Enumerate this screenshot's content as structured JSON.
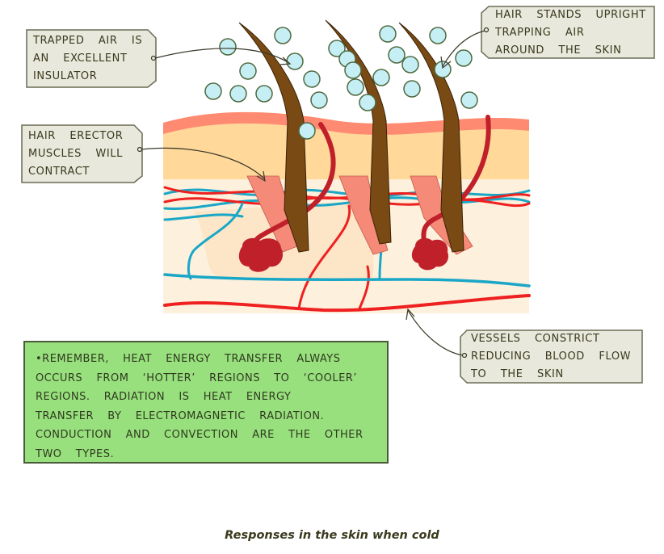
{
  "diagram": {
    "title": "Responses in the skin when cold",
    "colors": {
      "label_fill": "#e8e8dc",
      "label_border": "#6b6b55",
      "note_fill": "#98e07e",
      "note_border": "#4a5a3a",
      "air_bubble": "#c6eef5",
      "air_bubble_border": "#4f6a3f",
      "hair": "#7a4a14",
      "epidermis_top": "#ff8a72",
      "epidermis": "#ffd89a",
      "dermis": "#fdebd0",
      "artery": "#ee2020",
      "vein": "#1aa7c7",
      "capillary_dark": "#c0202a",
      "erector_muscle": "#f58a78"
    },
    "labels": [
      {
        "id": "trapped-air",
        "lines": [
          "TRAPPED  AIR  IS",
          "AN  EXCELLENT",
          "INSULATOR"
        ]
      },
      {
        "id": "hair-upright",
        "lines": [
          "HAIR  STANDS  UPRIGHT",
          "TRAPPING  AIR",
          "AROUND  THE  SKIN"
        ]
      },
      {
        "id": "erector-muscles",
        "lines": [
          "HAIR  ERECTOR",
          "MUSCLES  WILL",
          "CONTRACT"
        ]
      },
      {
        "id": "vessels",
        "lines": [
          "VESSELS  CONSTRICT",
          "REDUCING  BLOOD  FLOW",
          "TO  THE  SKIN"
        ]
      }
    ],
    "note": {
      "lines": [
        "•REMEMBER,  HEAT  ENERGY  TRANSFER  ALWAYS",
        "OCCURS  FROM  ‘HOTTER’  REGIONS  TO  ‘COOLER’",
        "REGIONS.  RADIATION  IS  HEAT  ENERGY",
        "TRANSFER  BY  ELECTROMAGNETIC  RADIATION.",
        "CONDUCTION  AND  CONVECTION  ARE  THE  OTHER",
        "TWO  TYPES."
      ]
    }
  }
}
